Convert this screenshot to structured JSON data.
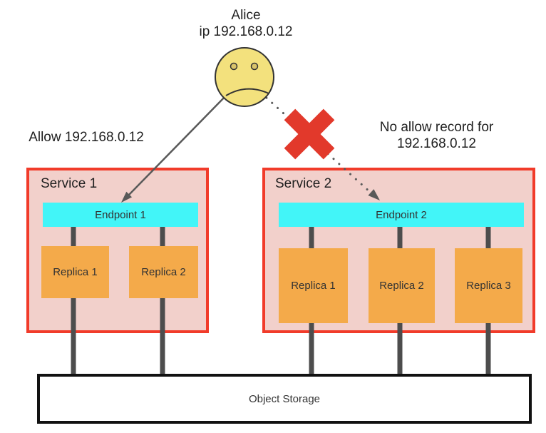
{
  "actor": {
    "name": "Alice",
    "ip": "ip 192.168.0.12"
  },
  "notes": {
    "allow": "Allow 192.168.0.12",
    "deny_line1": "No allow record for",
    "deny_line2": "192.168.0.12"
  },
  "services": [
    {
      "name": "Service 1",
      "endpoint": "Endpoint 1",
      "replicas": [
        "Replica 1",
        "Replica 2"
      ]
    },
    {
      "name": "Service 2",
      "endpoint": "Endpoint 2",
      "replicas": [
        "Replica 1",
        "Replica 2",
        "Replica 3"
      ]
    }
  ],
  "storage": {
    "label": "Object Storage"
  },
  "icons": {
    "face": "sad-face-icon",
    "block": "red-x-icon"
  },
  "colors": {
    "red": "#f13b2a",
    "xred": "#e2392b",
    "pink": "#f2d0cb",
    "cyan": "#42f5f8",
    "orange": "#f4aa4a",
    "connector": "#4d4d4d",
    "arrow": "#595959",
    "face": "#f3e17d",
    "facestroke": "#333333",
    "eye": "#d9c46a",
    "storageborder": "#111111",
    "ink": "#1f1f1f",
    "boxink": "#333333"
  }
}
